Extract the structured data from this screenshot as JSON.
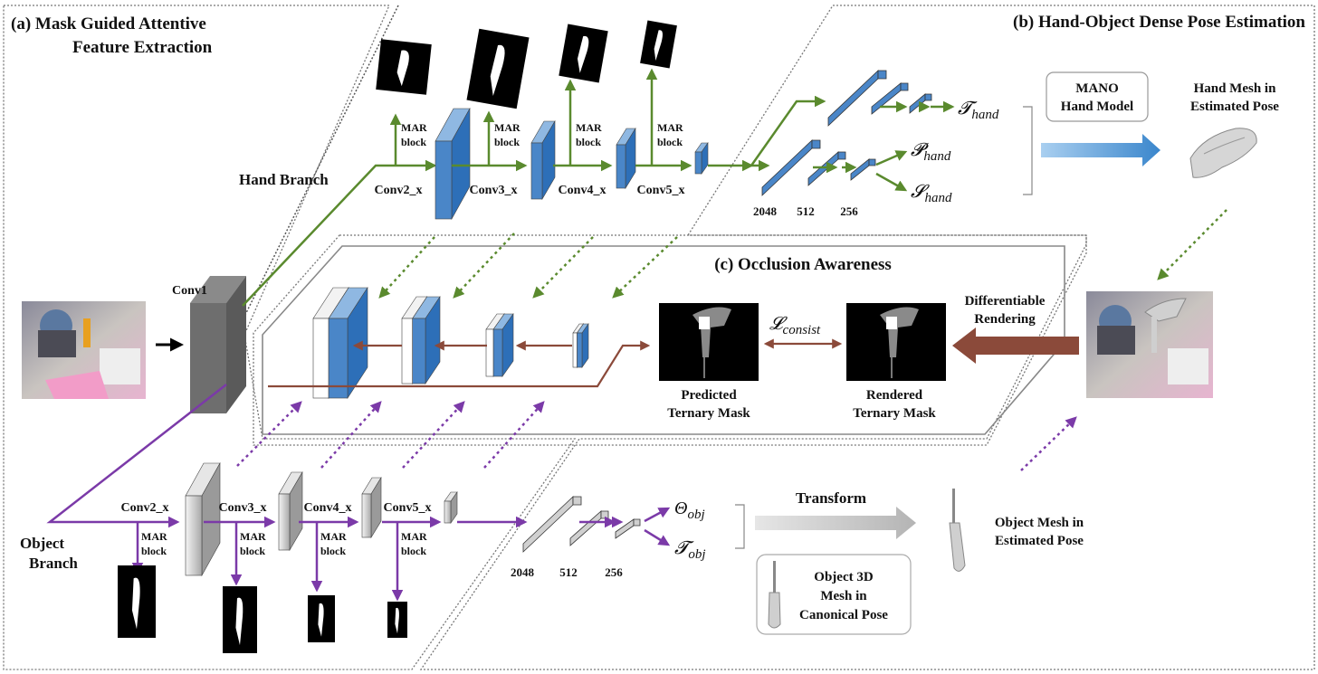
{
  "sections": {
    "a_title_line1": "(a) Mask Guided Attentive",
    "a_title_line2": "Feature Extraction",
    "b_title": "(b) Hand-Object Dense Pose Estimation",
    "c_title": "(c) Occlusion Awareness"
  },
  "input": {
    "conv1": "Conv1"
  },
  "hand_branch": {
    "label": "Hand Branch",
    "conv_labels": [
      "Conv2_x",
      "Conv3_x",
      "Conv4_x",
      "Conv5_x"
    ],
    "mar_line1": "MAR",
    "mar_line2": "block",
    "fc_dims": [
      "2048",
      "512",
      "256"
    ],
    "outputs": {
      "T": {
        "sym": "𝓣",
        "sub": "hand"
      },
      "P": {
        "sym": "𝓟",
        "sub": "hand"
      },
      "S": {
        "sym": "𝓢",
        "sub": "hand"
      }
    }
  },
  "object_branch": {
    "label_line1": "Object",
    "label_line2": "Branch",
    "conv_labels": [
      "Conv2_x",
      "Conv3_x",
      "Conv4_x",
      "Conv5_x"
    ],
    "mar_line1": "MAR",
    "mar_line2": "block",
    "fc_dims": [
      "2048",
      "512",
      "256"
    ],
    "outputs": {
      "Theta": {
        "sym": "Θ",
        "sub": "obj"
      },
      "T": {
        "sym": "𝓣",
        "sub": "obj"
      }
    }
  },
  "pose_estimation": {
    "mano_line1": "MANO",
    "mano_line2": "Hand Model",
    "hand_mesh_line1": "Hand Mesh in",
    "hand_mesh_line2": "Estimated Pose",
    "transform": "Transform",
    "obj3d_line1": "Object 3D",
    "obj3d_line2": "Mesh in",
    "obj3d_line3": "Canonical Pose",
    "obj_mesh_line1": "Object Mesh in",
    "obj_mesh_line2": "Estimated Pose",
    "diff_line1": "Differentiable",
    "diff_line2": "Rendering"
  },
  "occlusion": {
    "pred_line1": "Predicted",
    "pred_line2": "Ternary Mask",
    "rend_line1": "Rendered",
    "rend_line2": "Ternary Mask",
    "loss": {
      "sym": "𝓛",
      "sub": "consist"
    }
  },
  "colors": {
    "hand_green": "#5a8a2e",
    "object_purple": "#7b3aa8",
    "occlusion_brown": "#8b4a3a",
    "hand_block_blue": "#4a86c8",
    "object_block_gray": "#c8c8c8",
    "mano_arrow_blue": "#6aa6dc",
    "transform_arrow_gray": "#c4c4c4"
  }
}
